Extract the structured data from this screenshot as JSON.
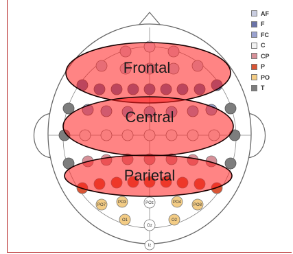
{
  "regions": [
    {
      "label": "Frontal"
    },
    {
      "label": "Central"
    },
    {
      "label": "Parietal"
    }
  ],
  "legend": [
    {
      "label": "AF",
      "color": "#c9cde0"
    },
    {
      "label": "F",
      "color": "#6a73a8"
    },
    {
      "label": "FC",
      "color": "#9aa2cf"
    },
    {
      "label": "C",
      "color": "#f2f2f2"
    },
    {
      "label": "CP",
      "color": "#d69098"
    },
    {
      "label": "P",
      "color": "#d95535"
    },
    {
      "label": "PO",
      "color": "#f3cc85"
    },
    {
      "label": "T",
      "color": "#7d7d7d"
    }
  ],
  "colors": {
    "highlight_fill": "#ff1f1f",
    "highlight_stroke": "#1a0000",
    "frame": "#b21c1c",
    "head_outline": "#666666"
  },
  "electrode_labels": {
    "po_left_outer": "PO7",
    "po_left_inner": "PO3",
    "po_center": "POz",
    "po_right_inner": "PO4",
    "po_right_outer": "PO8",
    "o_left": "O1",
    "o_center": "Oz",
    "o_right": "O2",
    "inion": "Iz"
  }
}
